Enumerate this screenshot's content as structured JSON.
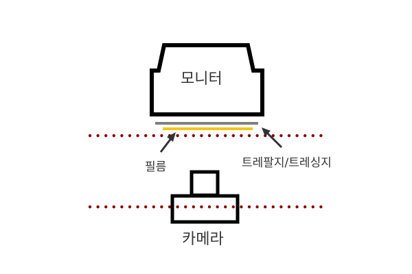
{
  "labels": {
    "monitor": "모니터",
    "film": "필름",
    "tracing_paper": "트레팔지/트레싱지",
    "camera": "카메라"
  },
  "colors": {
    "outline": "#000000",
    "text": "#333333",
    "glass": "#808080",
    "film": "#f5c518",
    "dots": "#8b0000",
    "arrow": "#333333"
  },
  "icons": {
    "monitor": "monitor-icon",
    "camera": "camera-icon",
    "arrow": "arrow"
  }
}
